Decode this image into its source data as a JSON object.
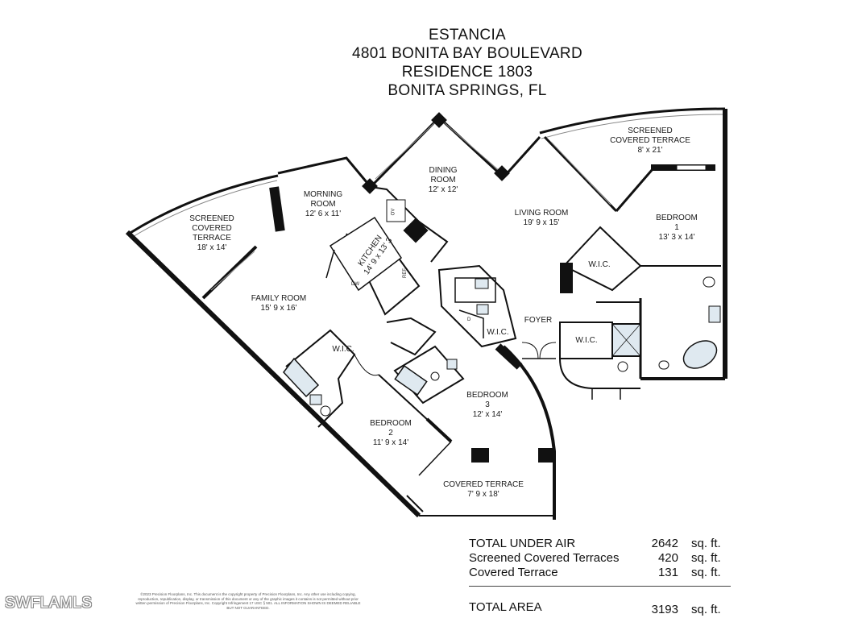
{
  "header": {
    "line1": "ESTANCIA",
    "line2": "4801 BONITA BAY BOULEVARD",
    "line3": "RESIDENCE 1803",
    "line4": "BONITA SPRINGS, FL"
  },
  "rooms": {
    "screened_covered_terrace_east": {
      "name": "SCREENED\nCOVERED TERRACE",
      "dims": "8' x 21'"
    },
    "dining_room": {
      "name": "DINING\nROOM",
      "dims": "12' x 12'"
    },
    "morning_room": {
      "name": "MORNING\nROOM",
      "dims": "12' 6 x 11'"
    },
    "living_room": {
      "name": "LIVING ROOM",
      "dims": "19' 9 x 15'"
    },
    "bedroom_1": {
      "name": "BEDROOM\n1",
      "dims": "13' 3 x 14'"
    },
    "screened_covered_terrace_west": {
      "name": "SCREENED\nCOVERED\nTERRACE",
      "dims": "18' x 14'"
    },
    "kitchen": {
      "name": "KITCHEN",
      "dims": "14' 9 x 13' 3"
    },
    "family_room": {
      "name": "FAMILY ROOM",
      "dims": "15' 9 x 16'"
    },
    "wic_bed1": {
      "name": "W.I.C."
    },
    "wic_foyer": {
      "name": "W.I.C."
    },
    "wic_bed3": {
      "name": "W.I.C."
    },
    "wic_bed2": {
      "name": "W.I.C."
    },
    "foyer": {
      "name": "FOYER"
    },
    "bedroom_3": {
      "name": "BEDROOM\n3",
      "dims": "12' x 14'"
    },
    "bedroom_2": {
      "name": "BEDROOM\n2",
      "dims": "11' 9 x 14'"
    },
    "covered_terrace": {
      "name": "COVERED TERRACE",
      "dims": "7' 9 x 18'"
    }
  },
  "fixtures": {
    "ov": "OV",
    "ref": "REF",
    "dw": "DW",
    "d": "D"
  },
  "totals": {
    "rows": [
      {
        "label": "TOTAL UNDER AIR",
        "value": "2642",
        "unit": "sq. ft."
      },
      {
        "label": "Screened Covered Terraces",
        "value": "420",
        "unit": "sq. ft."
      },
      {
        "label": "Covered Terrace",
        "value": "131",
        "unit": "sq. ft."
      }
    ],
    "total": {
      "label": "TOTAL AREA",
      "value": "3193",
      "unit": "sq. ft."
    }
  },
  "copyright": "©2023 Precision Floorplans, Inc. This document is the copyright property of Precision Floorplans, Inc. Any other use including copying, reproduction, republication, display, or transmission of this document or any of the graphic images it contains is not permitted without prior written permission of Precision Floorplans, Inc. Copyright Infringement 17 USC § 501. ALL INFORMATION SHOWN IS DEEMED RELIABLE BUT NOT GUARANTEED.",
  "watermark": "SWFLAMLS",
  "colors": {
    "wall": "#111111",
    "glass": "#9a9a9a",
    "fixture_fill": "#dfe9f0"
  }
}
